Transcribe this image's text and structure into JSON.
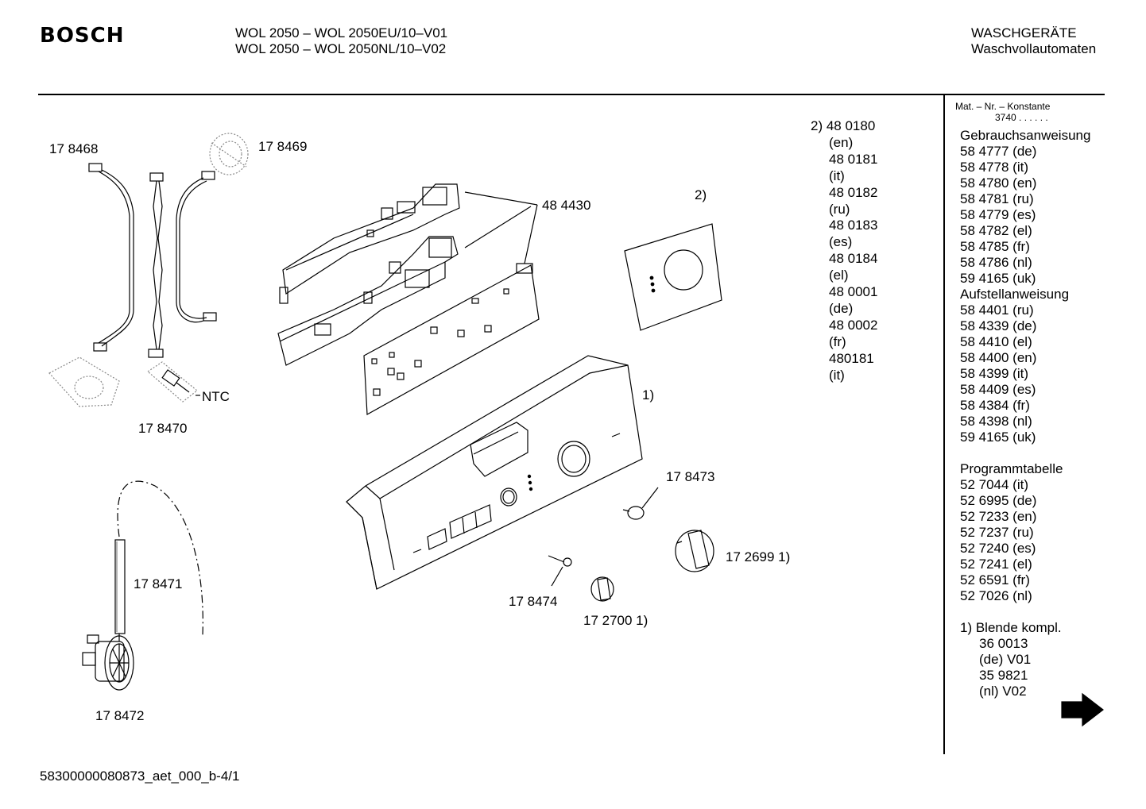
{
  "header": {
    "brand": "BOSCH",
    "model_line_1": "WOL 2050 – WOL 2050EU/10–V01",
    "model_line_2": "WOL 2050 –  WOL 2050NL/10–V02",
    "category": "WASCHGERÄTE",
    "subcategory": "Waschvollautomaten"
  },
  "parts": {
    "p178468": "17 8468",
    "p178469": "17 8469",
    "p178470": "17 8470",
    "ntc": "NTC",
    "p178471": "17 8471",
    "p178472": "17 8472",
    "p484430": "48 4430",
    "note2": "2)",
    "note1": "1)",
    "p178473": "17 8473",
    "p172699": "17 2699 1)",
    "p178474": "17 8474",
    "p172700": "17 2700 1)"
  },
  "variant_list": [
    "2) 48 0180",
    "(en)",
    "48 0181",
    "(it)",
    "48 0182",
    "(ru)",
    "48 0183",
    "(es)",
    "48 0184",
    "(el)",
    "48 0001",
    "(de)",
    "48 0002",
    "(fr)",
    "480181",
    "(it)"
  ],
  "sidebar": {
    "mat_label": "Mat. – Nr. – Konstante",
    "mat_value": "3740  .  .    .  .  .  .",
    "gebrauch_title": "Gebrauchsanweisung",
    "gebrauch": [
      "58 4777 (de)",
      "58 4778 (it)",
      "58 4780 (en)",
      "58 4781 (ru)",
      "58 4779 (es)",
      "58 4782 (el)",
      "58 4785 (fr)",
      "58 4786 (nl)",
      "59 4165 (uk)"
    ],
    "aufstell_title": "Aufstellanweisung",
    "aufstell": [
      "58 4401 (ru)",
      "58 4339 (de)",
      "58 4410 (el)",
      "58 4400 (en)",
      "58 4399 (it)",
      "58 4409 (es)",
      "58 4384 (fr)",
      "58 4398 (nl)",
      "59 4165 (uk)"
    ],
    "programm_title": "Programmtabelle",
    "programm": [
      "52 7044 (it)",
      "52 6995 (de)",
      "52 7233 (en)",
      "52 7237 (ru)",
      "52 7240 (es)",
      "52 7241 (el)",
      "52 6591 (fr)",
      "52 7026 (nl)"
    ],
    "note_title": "1) Blende kompl.",
    "note_lines": [
      "36 0013",
      "(de) V01",
      "35 9821",
      "(nl) V02"
    ]
  },
  "footer": {
    "doc_id": "58300000080873_aet_000_b-4/1"
  },
  "icons": {
    "next_page": "arrow-right-icon"
  }
}
